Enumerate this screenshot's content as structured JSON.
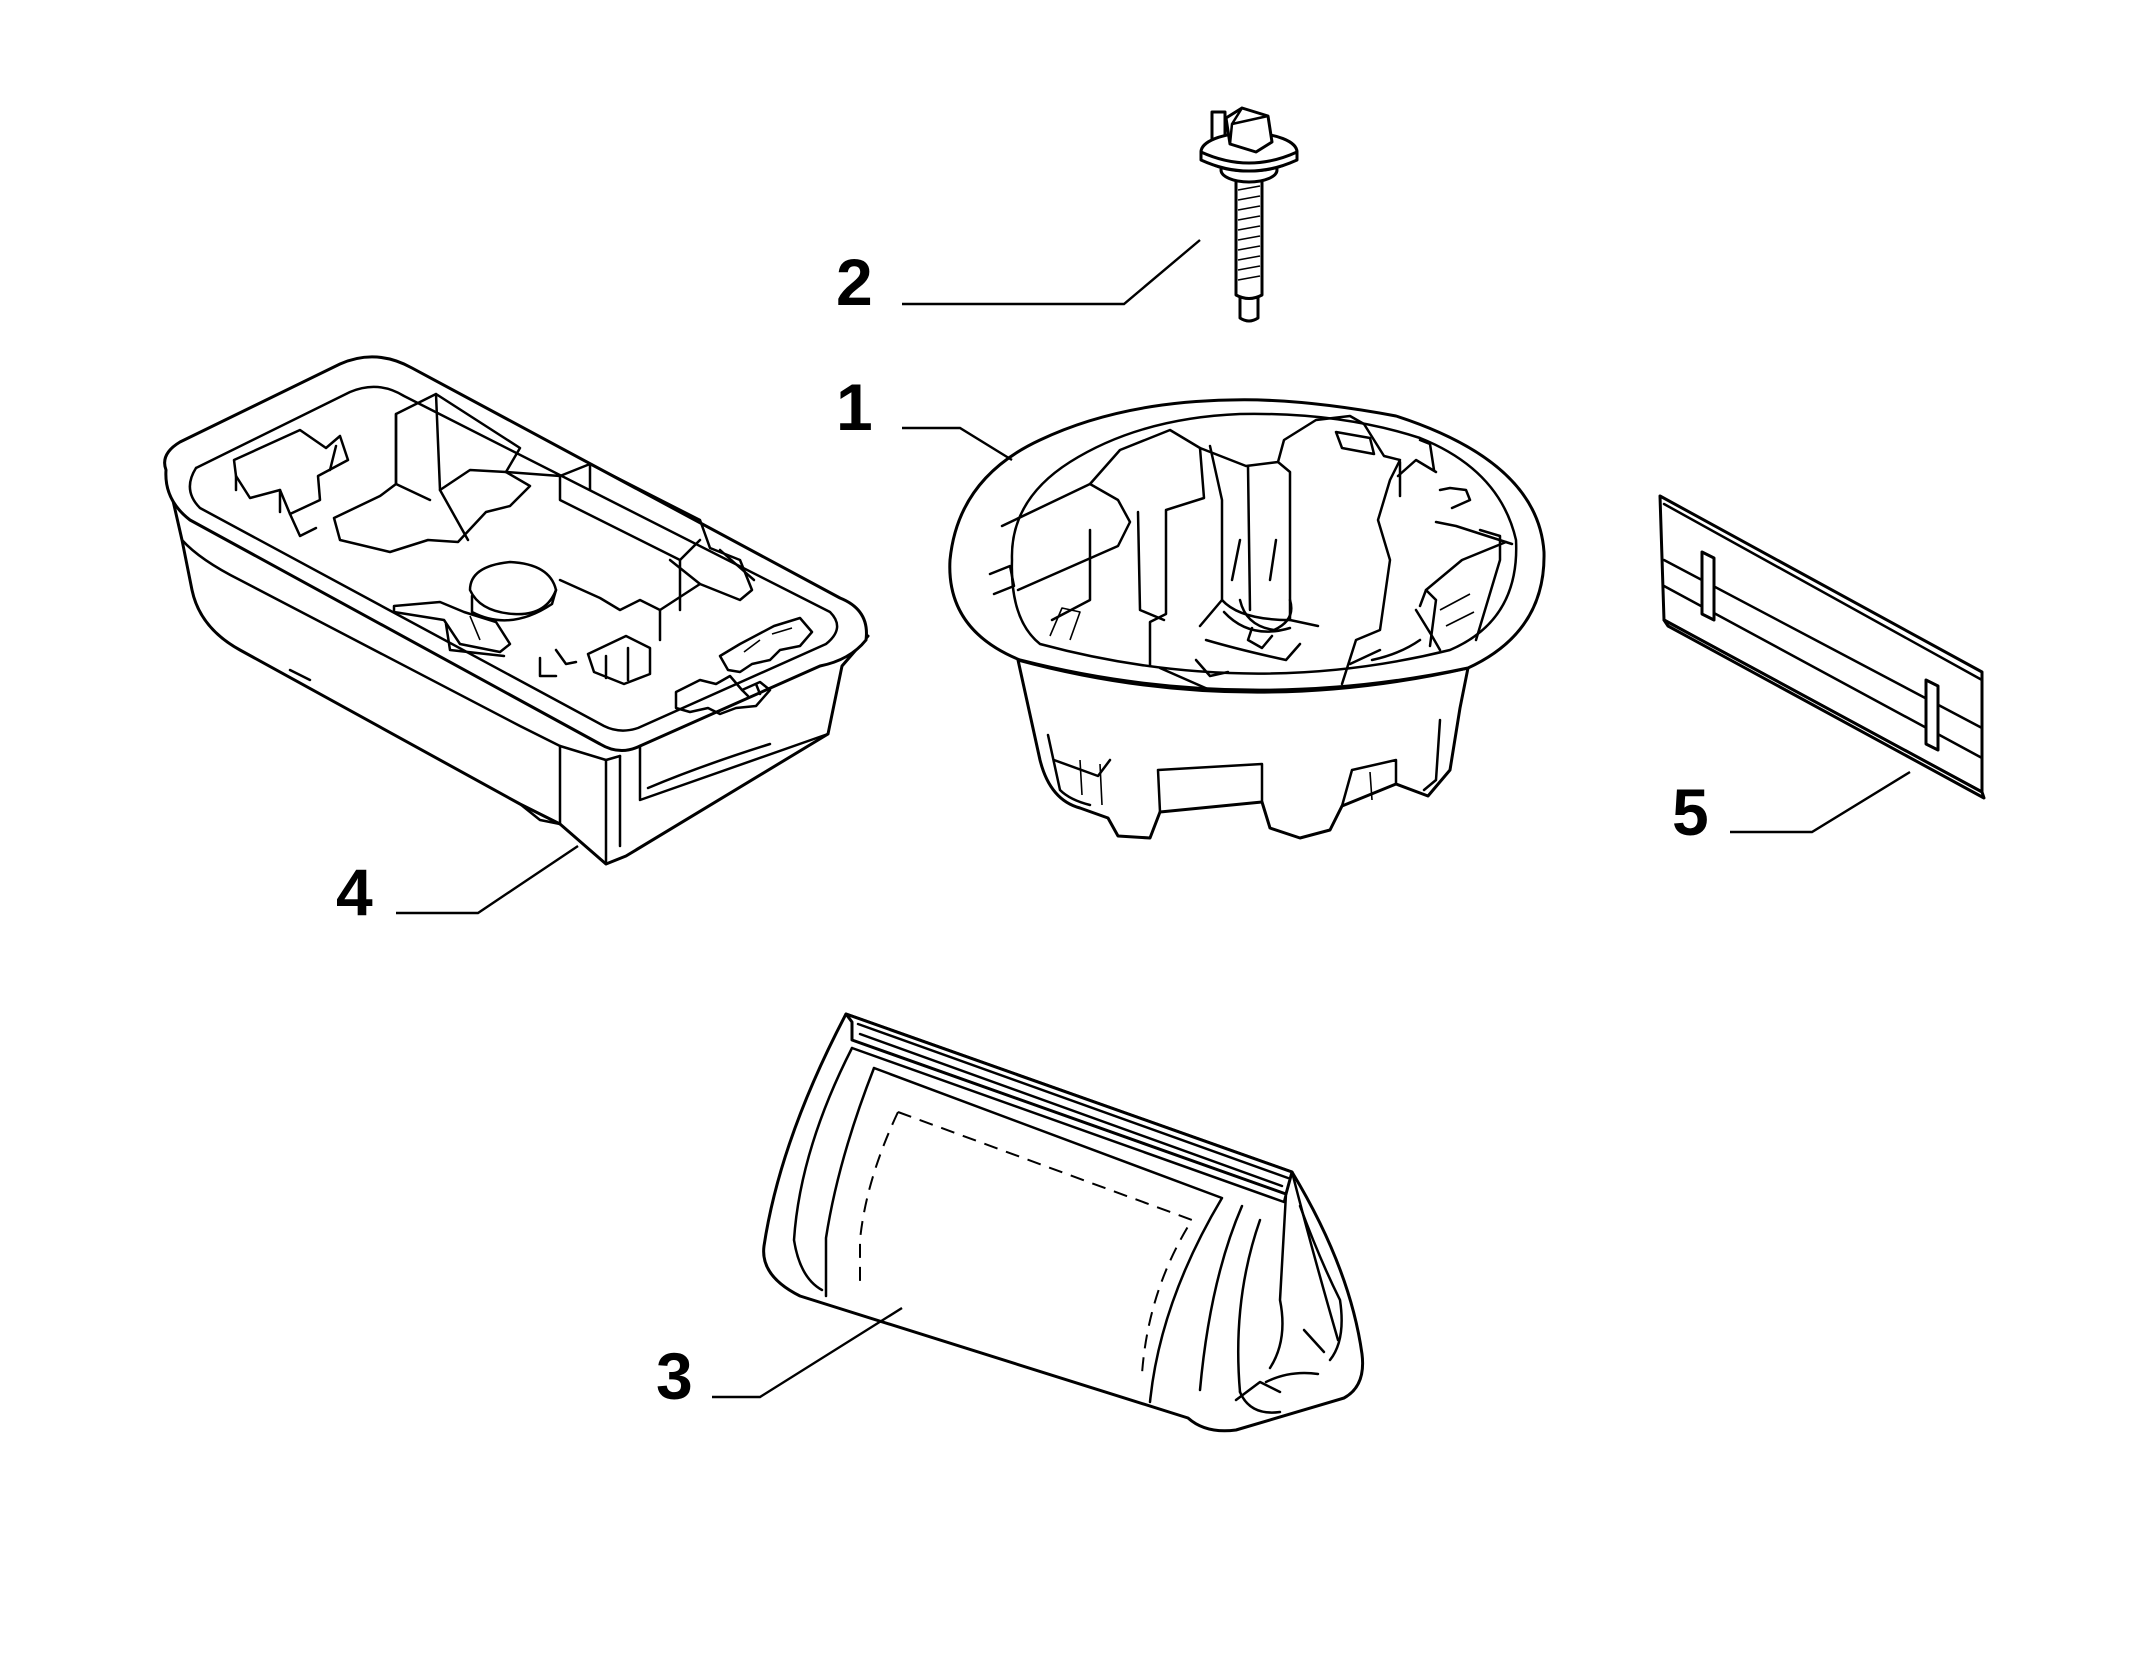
{
  "diagram": {
    "parts": [
      {
        "id": "part-1",
        "callout": "1",
        "shape": "round-tool-holder-tray"
      },
      {
        "id": "part-2",
        "callout": "2",
        "shape": "flanged-bolt"
      },
      {
        "id": "part-3",
        "callout": "3",
        "shape": "triangular-fabric-bag"
      },
      {
        "id": "part-4",
        "callout": "4",
        "shape": "rectangular-foam-tool-tray"
      },
      {
        "id": "part-5",
        "callout": "5",
        "shape": "label-plate"
      }
    ],
    "colors": {
      "line": "#000000",
      "background": "#ffffff"
    }
  }
}
